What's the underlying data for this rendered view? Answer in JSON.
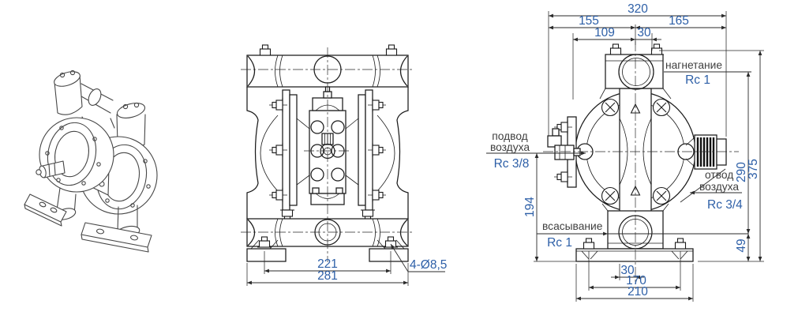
{
  "page": {
    "background": "#ffffff"
  },
  "colors": {
    "dim_text": "#2d5fa7",
    "label_text": "#3f3f3f",
    "line": "#1b1b1b",
    "iso_line": "#464646"
  },
  "front_view": {
    "dim_feet_spacing": "221",
    "dim_overall_width": "281",
    "hole_callout": "4-Ø8,5"
  },
  "side_view": {
    "top_dims": {
      "overall_width": "320",
      "left_of_center": "155",
      "right_of_center": "165",
      "inner_width": "109",
      "center_offset": "30"
    },
    "right_dims": {
      "discharge_height": "290",
      "overall_height": "375",
      "suction_height": "49"
    },
    "left_dims": {
      "air_inlet_height": "194"
    },
    "bottom_dims": {
      "center_offset": "30",
      "bolt_spacing": "170",
      "base_width": "210"
    },
    "ports": {
      "discharge": {
        "name": "нагнетание",
        "thread": "Rc 1"
      },
      "air_supply": {
        "name_line1": "подвод",
        "name_line2": "воздуха",
        "thread": "Rc 3/8"
      },
      "air_exhaust": {
        "name_line1": "отвод",
        "name_line2": "воздуха",
        "thread": "Rc 3/4"
      },
      "suction": {
        "name": "всасывание",
        "thread": "Rc 1"
      }
    }
  }
}
